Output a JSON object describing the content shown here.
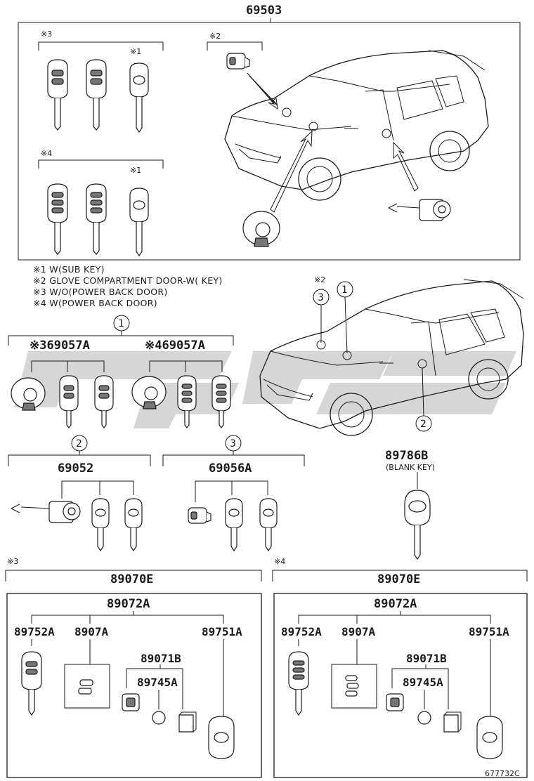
{
  "diagram": {
    "main_part": "69503",
    "marks": {
      "sub_key": "※1",
      "glove": "※2",
      "wo_power": "※3",
      "w_power": "※4"
    },
    "notes": [
      "※1 W(SUB KEY)",
      "※2 GLOVE COMPARTMENT  DOOR-W( KEY)",
      "※3 W/O(POWER BACK DOOR)",
      "※4 W(POWER BACK DOOR)"
    ],
    "callouts": {
      "one": "1",
      "two": "2",
      "three": "3"
    },
    "parts": {
      "cyl_set_wo": "※369057A",
      "cyl_set_w": "※469057A",
      "p69052": "69052",
      "p69056a": "69056A",
      "p89786b": "89786B",
      "blank_key": "(BLANK KEY)",
      "left": {
        "group_mark": "※3",
        "p89070e": "89070E",
        "p89072a": "89072A",
        "p89752a": "89752A",
        "p8907a": "8907A",
        "p89751a": "89751A",
        "p89071b": "89071B",
        "p89745a": "89745A"
      },
      "right": {
        "group_mark": "※4",
        "p89070e": "89070E",
        "p89072a": "89072A",
        "p89752a": "89752A",
        "p8907a": "8907A",
        "p89751a": "89751A",
        "p89071b": "89071B",
        "p89745a": "89745A"
      }
    },
    "figure_id": "677732C"
  }
}
